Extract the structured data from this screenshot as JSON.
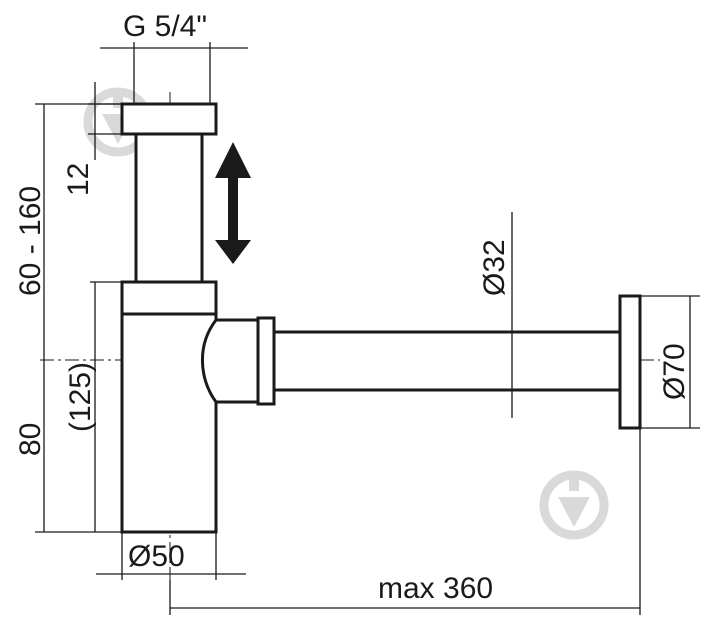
{
  "dimensions": {
    "thread": "G 5/4\"",
    "cap_height": "12",
    "adjust_range": "60 - 160",
    "body_height": "80",
    "body_height_ref": "(125)",
    "body_diameter": "Ø50",
    "outlet_diameter": "Ø32",
    "flange_diameter": "Ø70",
    "max_length": "max 360"
  },
  "colors": {
    "line": "#1a1a1a",
    "watermark": "#d9d9d9"
  },
  "icons": [
    "adjust-arrow-icon",
    "watermark-logo-icon"
  ]
}
